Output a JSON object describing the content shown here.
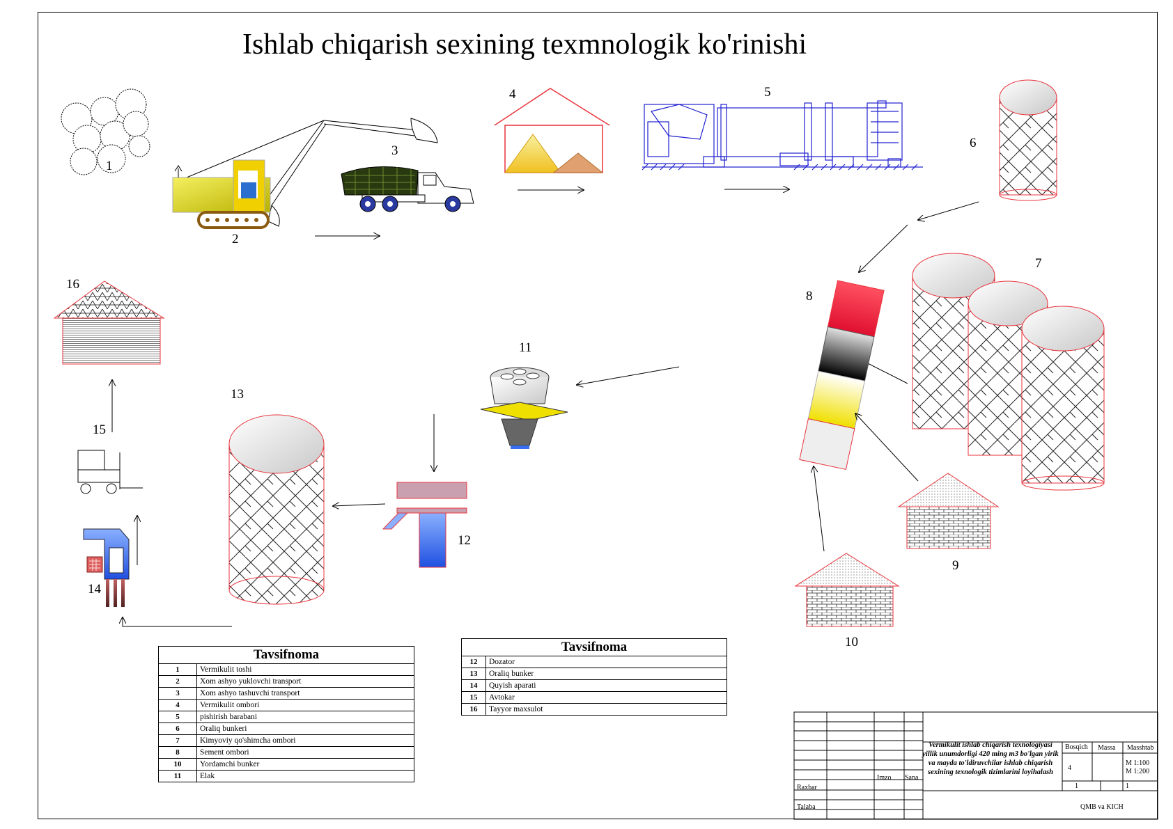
{
  "title": "Ishlab chiqarish sexining texmnologik ko'rinishi",
  "diagram_numbers": [
    "1",
    "2",
    "3",
    "4",
    "5",
    "6",
    "7",
    "8",
    "9",
    "10",
    "11",
    "12",
    "13",
    "14",
    "15",
    "16"
  ],
  "colors": {
    "red_outline": "#e8343c",
    "blue_line": "#2020d0",
    "yellow": "#e0d010",
    "blue_fill": "#3a6ef0"
  },
  "legend_left": {
    "header": "Tavsifnoma",
    "rows": [
      {
        "n": "1",
        "label": "Vermikulit toshi"
      },
      {
        "n": "2",
        "label": "Xom ashyo yuklovchi transport"
      },
      {
        "n": "3",
        "label": "Xom ashyo tashuvchi transport"
      },
      {
        "n": "4",
        "label": "Vermikulit ombori"
      },
      {
        "n": "5",
        "label": "pishirish barabani"
      },
      {
        "n": "6",
        "label": "Oraliq bunkeri"
      },
      {
        "n": "7",
        "label": "Kimyoviy qo'shimcha ombori"
      },
      {
        "n": "8",
        "label": "Sement ombori"
      },
      {
        "n": "10",
        "label": "Yordamchi bunker"
      },
      {
        "n": "11",
        "label": "Elak"
      }
    ]
  },
  "legend_right": {
    "header": "Tavsifnoma",
    "rows": [
      {
        "n": "12",
        "label": "Dozator"
      },
      {
        "n": "13",
        "label": "Oraliq bunker"
      },
      {
        "n": "14",
        "label": "Quyish aparati"
      },
      {
        "n": "15",
        "label": "Avtokar"
      },
      {
        "n": "16",
        "label": "Tayyor maxsulot"
      }
    ]
  },
  "stamp": {
    "title": "Vermikulit ishlab chiqarish texnologiyasi yillik unumdorligi 420 ming m3 bo'lgan yirik va mayda to'ldiruvchilar ishlab chiqarish sexining texnologik tizimlarini loyihalash",
    "imzo": "Imzo",
    "sana": "Sana",
    "raxbar": "Raxbar",
    "talaba": "Talaba",
    "bosqich": "Bosqich",
    "massa": "Massa",
    "masshtab": "Masshtab",
    "bosqich_value": "4",
    "scale1": "M 1:100",
    "scale2": "M 1:200",
    "sheet_a": "1",
    "sheet_b": "1",
    "org": "QMB va KICH"
  }
}
